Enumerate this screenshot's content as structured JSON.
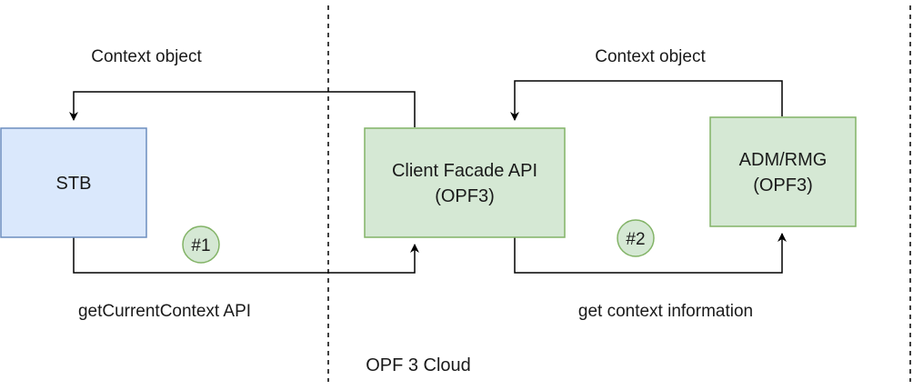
{
  "nodes": {
    "stb": {
      "label": "STB",
      "fill": "#dae8fc",
      "stroke": "#6c8ebf"
    },
    "client_facade": {
      "line1": "Client Facade API",
      "line2": "(OPF3)",
      "fill": "#d5e8d4",
      "stroke": "#82b366"
    },
    "adm_rmg": {
      "line1": "ADM/RMG",
      "line2": "(OPF3)",
      "fill": "#d5e8d4",
      "stroke": "#82b366"
    }
  },
  "badges": {
    "step1": {
      "label": "#1",
      "fill": "#d5e8d4",
      "stroke": "#82b366"
    },
    "step2": {
      "label": "#2",
      "fill": "#d5e8d4",
      "stroke": "#82b366"
    }
  },
  "edge_labels": {
    "context_object_left": "Context object",
    "context_object_right": "Context object",
    "get_current_context": "getCurrentContext API",
    "get_context_info": "get context information"
  },
  "zones": {
    "cloud_label": "OPF 3 Cloud"
  },
  "colors": {
    "line": "#000000",
    "text": "#1a1a1a"
  }
}
